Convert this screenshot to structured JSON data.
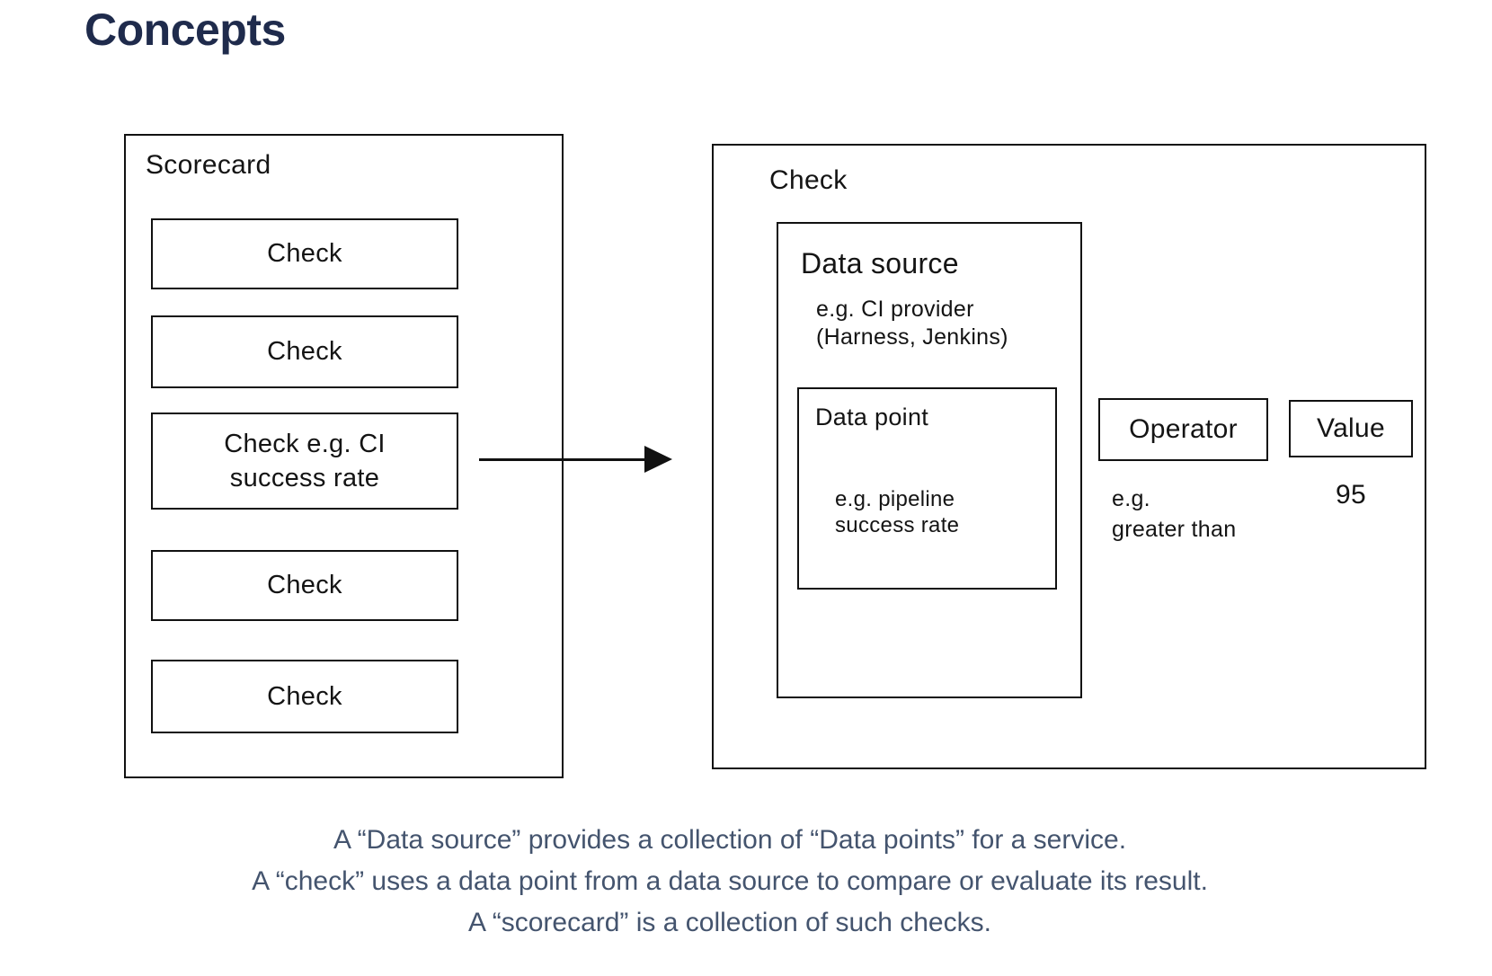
{
  "page": {
    "title": "Concepts"
  },
  "diagram": {
    "scorecard": {
      "label": "Scorecard",
      "checks": [
        {
          "label": "Check"
        },
        {
          "label": "Check"
        },
        {
          "label_line1": "Check e.g. CI",
          "label_line2": "success rate"
        },
        {
          "label": "Check"
        },
        {
          "label": "Check"
        }
      ]
    },
    "check_panel": {
      "label": "Check",
      "data_source": {
        "label": "Data source",
        "example_line1": "e.g. CI provider",
        "example_line2": "(Harness, Jenkins)",
        "data_point": {
          "label": "Data point",
          "example_line1": "e.g. pipeline",
          "example_line2": "success rate"
        }
      },
      "operator": {
        "label": "Operator",
        "example_line1": "e.g.",
        "example_line2": "greater than"
      },
      "value": {
        "label": "Value",
        "example": "95"
      }
    }
  },
  "caption": {
    "lines": [
      "A “Data source” provides a collection of “Data points” for a service.",
      "A “check” uses a data point from a data source to compare or evaluate its result.",
      "A “scorecard” is a collection of such checks."
    ]
  },
  "colors": {
    "ink": "#111111",
    "title": "#1f2b4c",
    "caption": "#44546e",
    "background": "#ffffff"
  }
}
